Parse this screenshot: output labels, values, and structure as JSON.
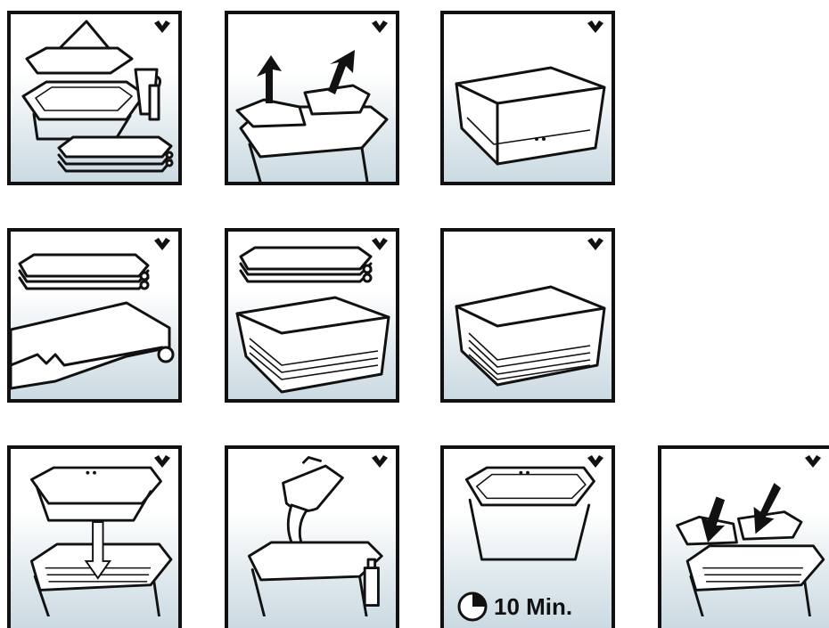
{
  "steps": [
    {
      "id": 1,
      "icon": "check-icon"
    },
    {
      "id": 2,
      "icon": "check-icon"
    },
    {
      "id": 3,
      "icon": "check-icon"
    },
    {
      "id": 4,
      "icon": "check-icon"
    },
    {
      "id": 5,
      "icon": "check-icon"
    },
    {
      "id": 6,
      "icon": "check-icon"
    },
    {
      "id": 7,
      "icon": "check-icon"
    },
    {
      "id": 8,
      "icon": "check-icon"
    },
    {
      "id": 9,
      "icon": "check-icon",
      "timer_label": "10 Min."
    },
    {
      "id": 10,
      "icon": "check-icon"
    }
  ],
  "colors": {
    "line": "#111111",
    "panel_gradient_bottom": "#cbdae2"
  }
}
